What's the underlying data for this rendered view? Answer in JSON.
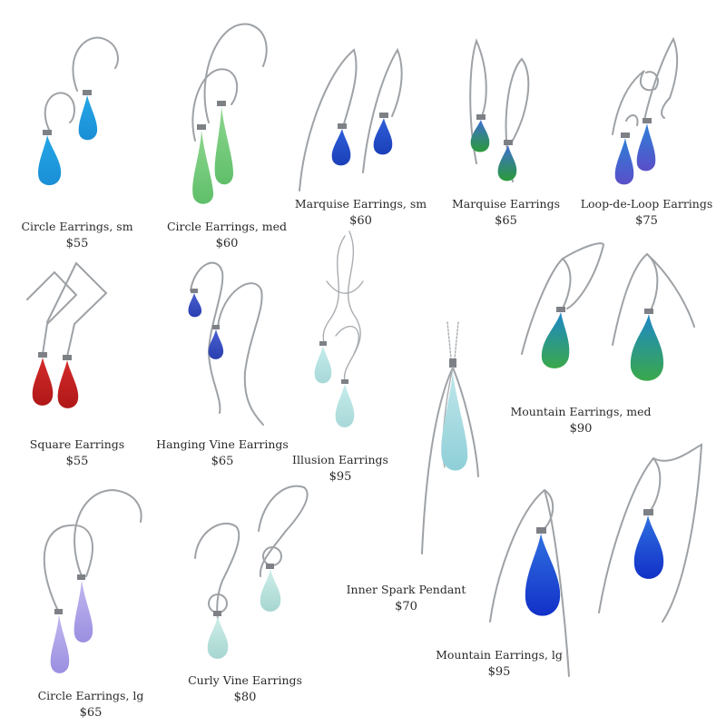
{
  "catalog": {
    "items": [
      {
        "name": "Circle Earrings, sm",
        "price": "$55",
        "glass": [
          "#1a8fd6",
          "#24a6e6"
        ]
      },
      {
        "name": "Circle Earrings, med",
        "price": "$60",
        "glass": [
          "#5fbf6a",
          "#8ed68f"
        ]
      },
      {
        "name": "Marquise Earrings, sm",
        "price": "$60",
        "glass": [
          "#1a3fb8",
          "#2f5fd8"
        ]
      },
      {
        "name": "Marquise Earrings",
        "price": "$65",
        "glass": [
          "#2a9a3a",
          "#3f6fd0"
        ]
      },
      {
        "name": "Loop-de-Loop Earrings",
        "price": "$75",
        "glass": [
          "#5a4fc8",
          "#2e7fd8"
        ]
      },
      {
        "name": "Square Earrings",
        "price": "$55",
        "glass": [
          "#b01818",
          "#d42a2a"
        ]
      },
      {
        "name": "Hanging Vine Earrings",
        "price": "$65",
        "glass": [
          "#2a3fb0",
          "#4a5fd0"
        ]
      },
      {
        "name": "Illusion Earrings",
        "price": "$95",
        "glass": [
          "#a8d8d8",
          "#c6ecec"
        ]
      },
      {
        "name": "Mountain Earrings, med",
        "price": "$90",
        "glass": [
          "#3aa84a",
          "#1e88c8"
        ]
      },
      {
        "name": "Inner Spark Pendant",
        "price": "$70",
        "glass": [
          "#8fcfd8",
          "#bfe6ea"
        ]
      },
      {
        "name": "Circle Earrings, lg",
        "price": "$65",
        "glass": [
          "#9a8fe0",
          "#c2b8f0"
        ]
      },
      {
        "name": "Curly Vine Earrings",
        "price": "$80",
        "glass": [
          "#a6d6d0",
          "#cfeeea"
        ]
      },
      {
        "name": "Mountain Earrings, lg",
        "price": "$95",
        "glass": [
          "#1230c8",
          "#2f70e0"
        ]
      }
    ]
  }
}
